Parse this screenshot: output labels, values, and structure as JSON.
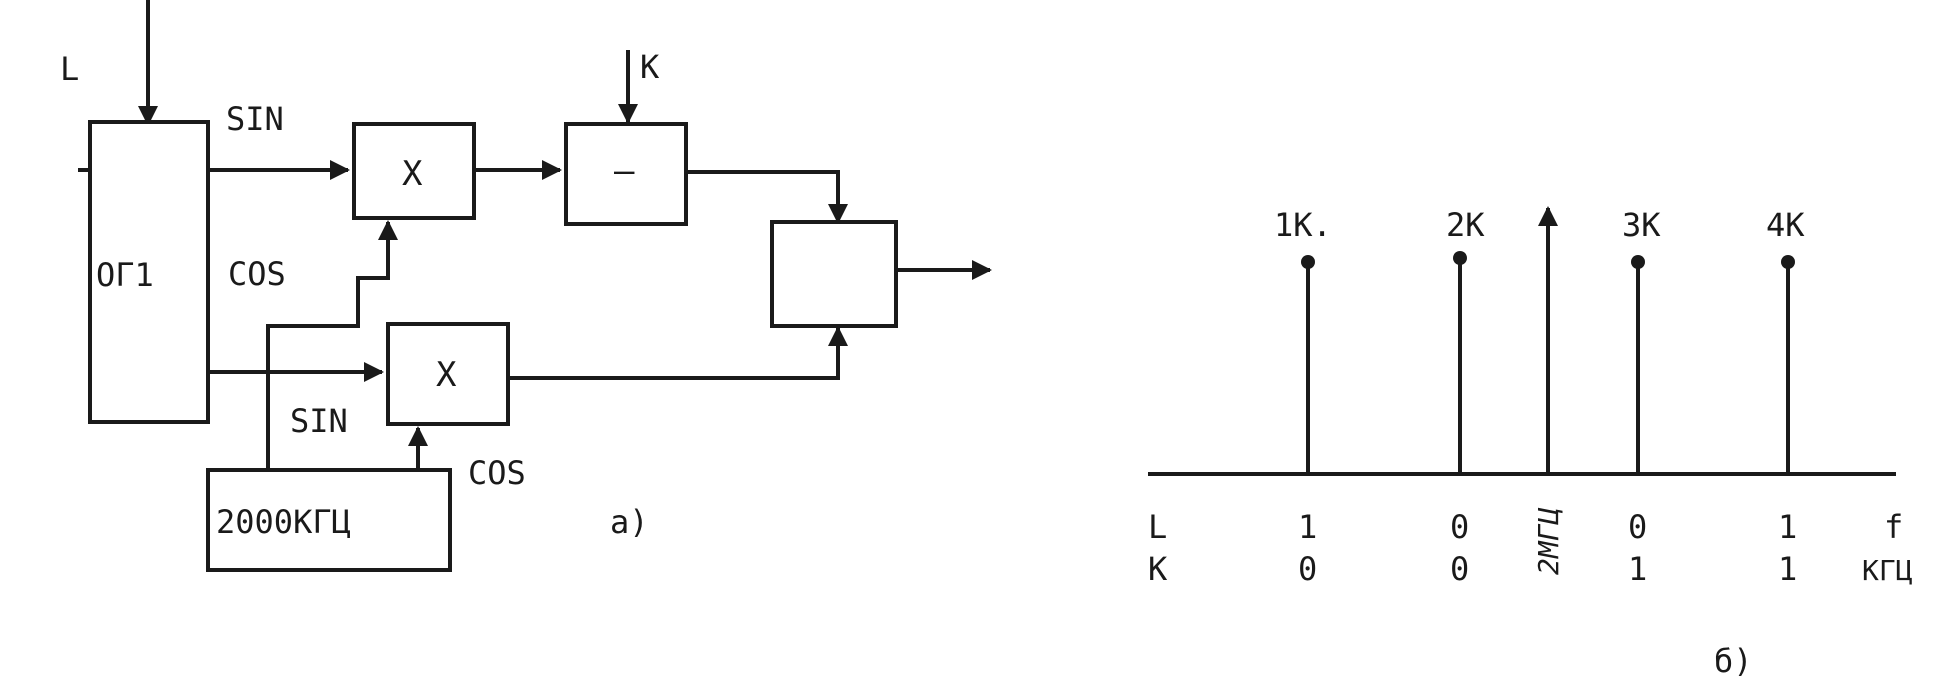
{
  "diagram_a": {
    "input_L": "L",
    "input_K": "K",
    "oscillator_label": "ОГ1",
    "sin_top": "SIN",
    "cos_left": "COS",
    "multiplier_top": "X",
    "subtractor": "–",
    "multiplier_bottom": "X",
    "sin_bottom": "SIN",
    "cos_bottom": "COS",
    "generator_label": "2000КГЦ",
    "caption": "а)"
  },
  "diagram_b": {
    "lines": [
      {
        "label": "1К.",
        "L": "1",
        "K": "0"
      },
      {
        "label": "2К",
        "L": "0",
        "K": "0"
      },
      {
        "label": "3К",
        "L": "0",
        "K": "1"
      },
      {
        "label": "4К",
        "L": "1",
        "K": "1"
      }
    ],
    "row_L": "L",
    "row_K": "K",
    "carrier_label": "2МГЦ",
    "axis_f": "f",
    "axis_unit": "КГЦ",
    "caption": "б)"
  }
}
